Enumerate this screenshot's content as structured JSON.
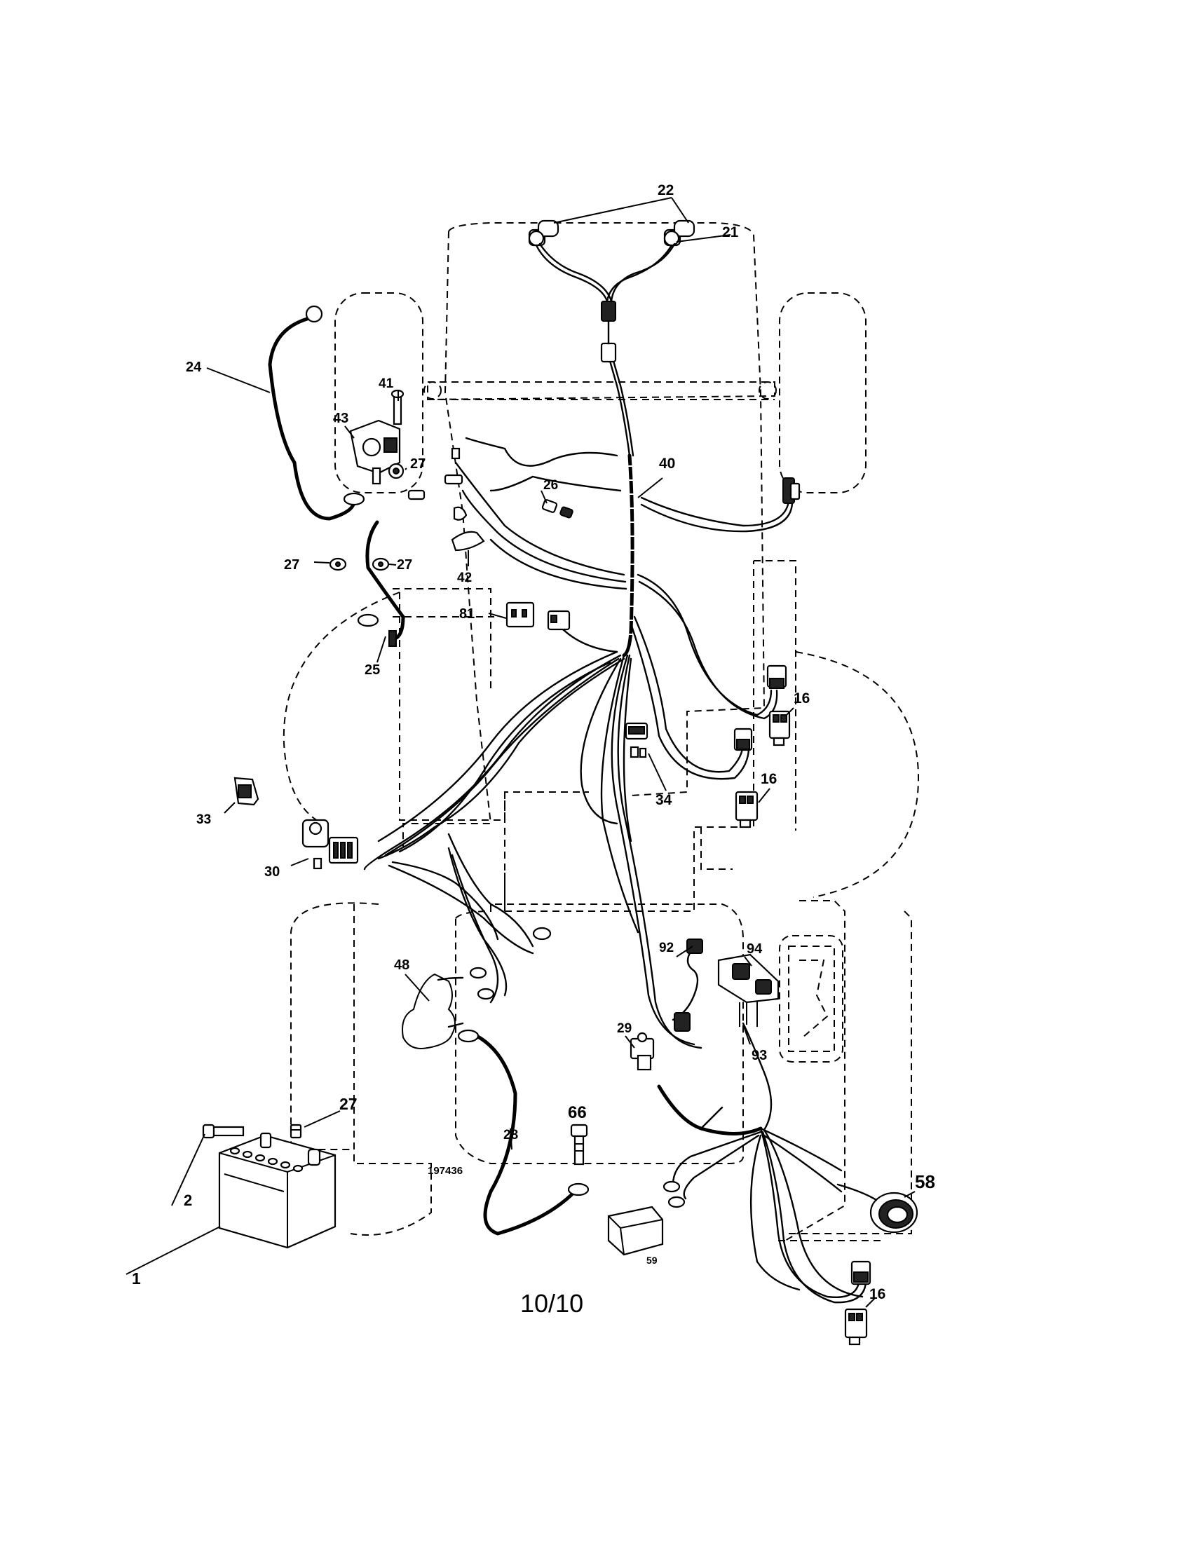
{
  "diagram": {
    "page_number": "10/10",
    "drawing_number": "197436",
    "labels": {
      "l1": "1",
      "l2": "2",
      "l16a": "16",
      "l16b": "16",
      "l16c": "16",
      "l21": "21",
      "l22": "22",
      "l24": "24",
      "l25": "25",
      "l26": "26",
      "l27a": "27",
      "l27b": "27",
      "l27c": "27",
      "l27d": "27",
      "l28": "28",
      "l29": "29",
      "l30": "30",
      "l33": "33",
      "l34": "34",
      "l40": "40",
      "l41": "41",
      "l42": "42",
      "l43": "43",
      "l48": "48",
      "l58": "58",
      "l59": "59",
      "l66": "66",
      "l81": "81",
      "l92": "92",
      "l93": "93",
      "l94": "94"
    }
  }
}
